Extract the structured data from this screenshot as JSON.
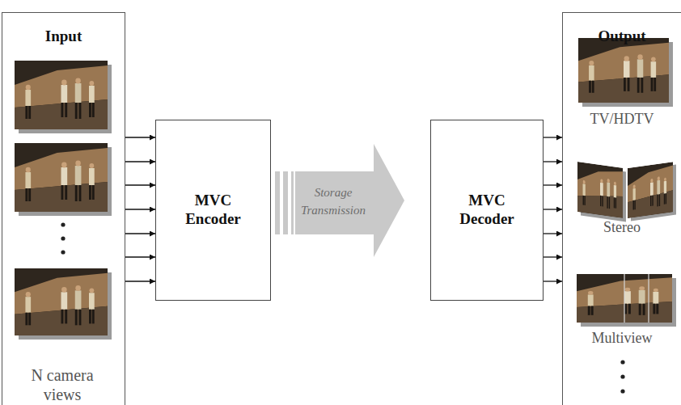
{
  "diagram": {
    "nodes": [
      {
        "text": [
          "Input",
          "N camera views"
        ]
      },
      {
        "text": [
          "MVC Encoder"
        ]
      },
      {
        "text": [
          "Storage Transmission"
        ]
      },
      {
        "text": [
          "MVC Decoder"
        ]
      },
      {
        "text": [
          "Output",
          "TV/HDTV",
          "Stereo",
          "Multiview"
        ]
      }
    ],
    "edges": [
      {
        "from": 0,
        "to": 1,
        "arrow": "to"
      },
      {
        "from": 0,
        "to": 1,
        "arrow": "to"
      },
      {
        "from": 0,
        "to": 1,
        "arrow": "to"
      },
      {
        "from": 0,
        "to": 1,
        "arrow": "to"
      },
      {
        "from": 0,
        "to": 1,
        "arrow": "to"
      },
      {
        "from": 0,
        "to": 1,
        "arrow": "to"
      },
      {
        "from": 0,
        "to": 1,
        "arrow": "to"
      },
      {
        "from": 3,
        "to": 4,
        "arrow": "to"
      },
      {
        "from": 3,
        "to": 4,
        "arrow": "to"
      },
      {
        "from": 3,
        "to": 4,
        "arrow": "to"
      },
      {
        "from": 3,
        "to": 4,
        "arrow": "to"
      },
      {
        "from": 3,
        "to": 4,
        "arrow": "to"
      },
      {
        "from": 3,
        "to": 4,
        "arrow": "to"
      },
      {
        "from": 3,
        "to": 4,
        "arrow": "to"
      }
    ]
  }
}
